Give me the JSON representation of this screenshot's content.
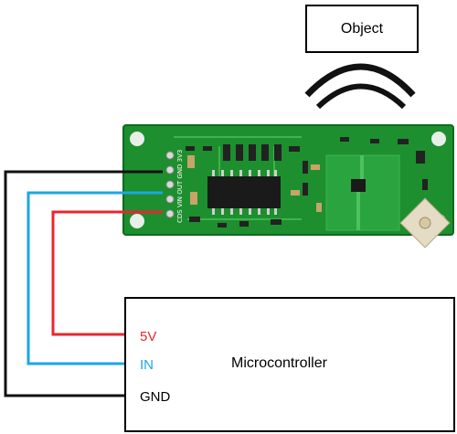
{
  "object": {
    "label": "Object"
  },
  "microcontroller": {
    "label": "Microcontroller"
  },
  "pins": [
    {
      "label": "5V",
      "color": "#e8262f"
    },
    {
      "label": "IN",
      "color": "#1ca6e6"
    },
    {
      "label": "GND",
      "color": "#000000"
    }
  ],
  "board": {
    "pin_header": "CDS VIN OUT GND 3V3",
    "cds_label": "CDS",
    "pcb_color": "#1d8f2e"
  },
  "wire_colors": {
    "power": "#e8262f",
    "signal": "#1ca6e6",
    "ground": "#111111"
  }
}
